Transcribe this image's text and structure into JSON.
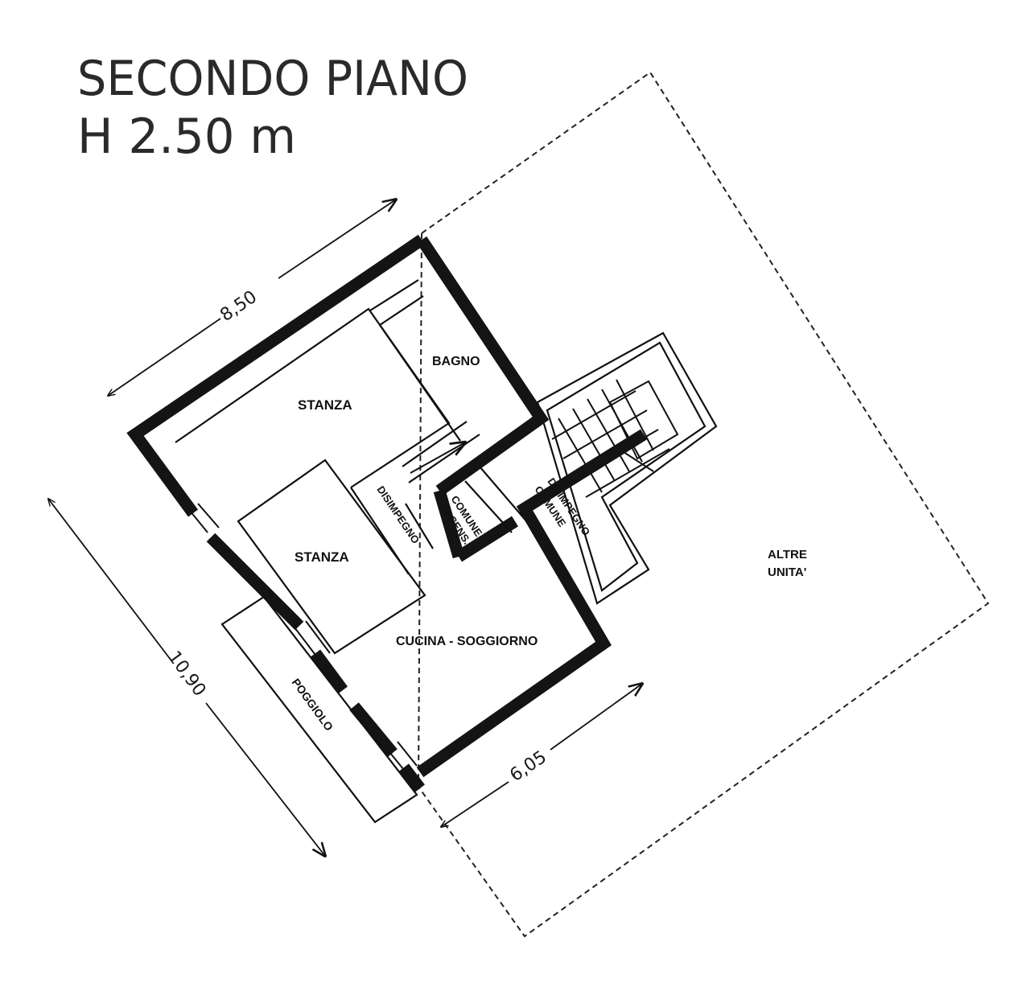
{
  "title": {
    "line1": "SECONDO PIANO",
    "line2": "H 2.50 m"
  },
  "rooms": {
    "stanza_1": "STANZA",
    "bagno": "BAGNO",
    "stanza_2": "STANZA",
    "disimpegno": "DISIMPEGNO",
    "ascensore_line1": "ASCENS.",
    "ascensore_line2": "COMUNE",
    "disimpegno_comune_line1": "DISIMPEGNO",
    "disimpegno_comune_line2": "COMUNE",
    "cucina_soggiorno": "CUCINA - SOGGIORNO",
    "poggiolo": "POGGIOLO",
    "altre_unita_line1": "ALTRE",
    "altre_unita_line2": "UNITA'"
  },
  "dimensions": {
    "top": "8,50",
    "left": "10,90",
    "bottom": "6,05"
  }
}
